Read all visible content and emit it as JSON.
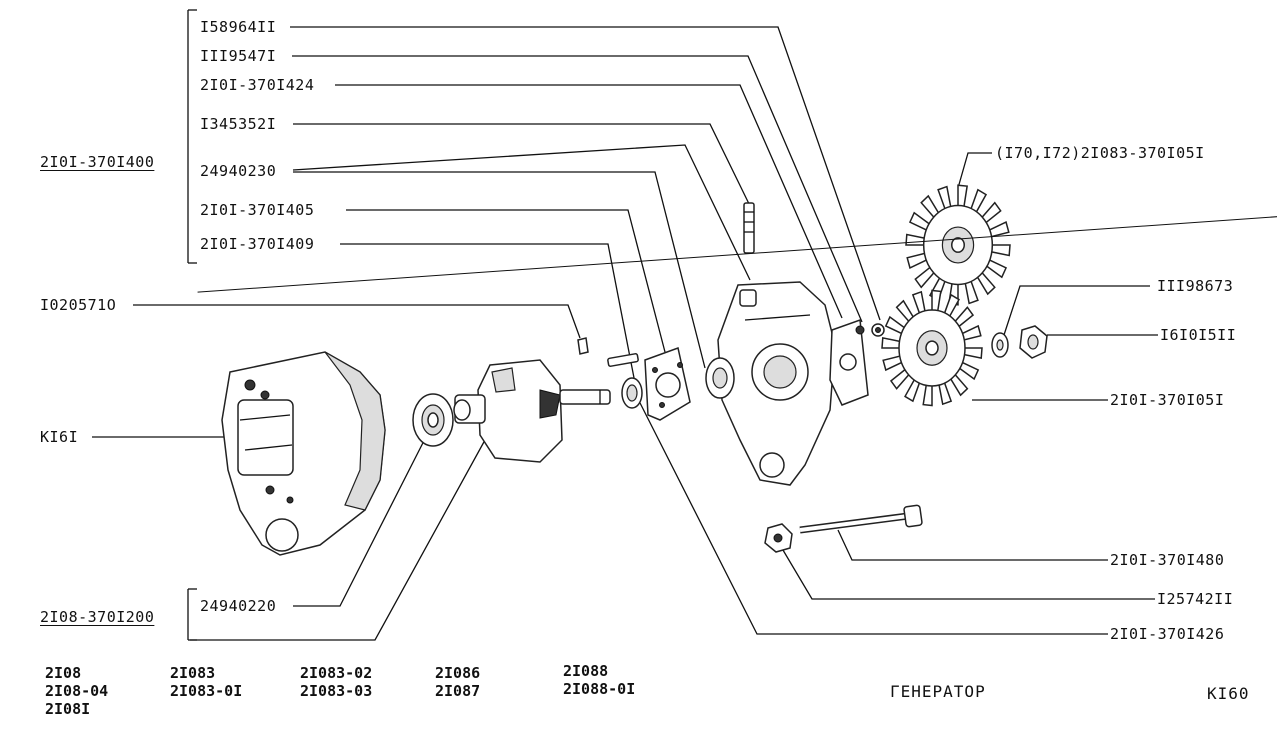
{
  "diagram": {
    "group_upper": "2I0I-370I400",
    "group_lower": "2I08-370I200",
    "upper_parts": [
      "I58964II",
      "III9547I",
      "2I0I-370I424",
      "I345352I",
      "24940230",
      "2I0I-370I405",
      "2I0I-370I409"
    ],
    "left_parts": [
      "I020571O",
      "KI6I"
    ],
    "lower_part": "24940220",
    "right_parts": [
      "(I70,I72)2I083-370I05I",
      "III98673",
      "I6I0I5II",
      "2I0I-370I05I",
      "2I0I-370I480",
      "I25742II",
      "2I0I-370I426"
    ]
  },
  "models": {
    "col1": [
      "2I08",
      "2I08-04",
      "2I08I"
    ],
    "col2": [
      "2I083",
      "2I083-0I"
    ],
    "col3": [
      "2I083-02",
      "2I083-03"
    ],
    "col4": [
      "2I086",
      "2I087"
    ],
    "col5": [
      "2I088",
      "2I088-0I"
    ]
  },
  "footer": {
    "title": "ГЕНЕРАТОР",
    "code": "KI60"
  }
}
